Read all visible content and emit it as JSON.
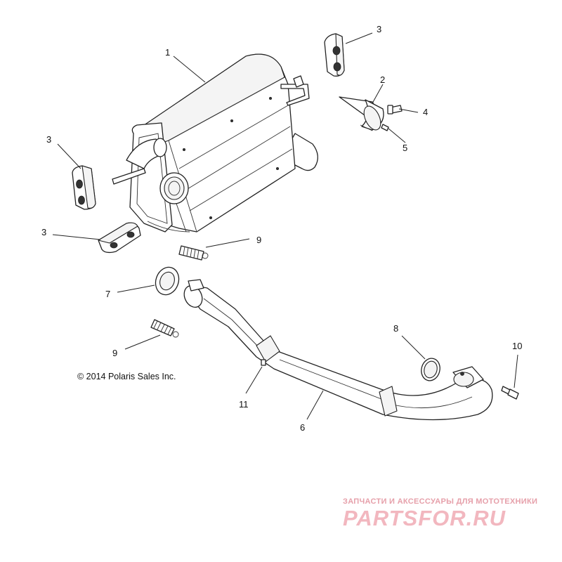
{
  "callouts": {
    "c1": "1",
    "c2": "2",
    "c3a": "3",
    "c3b": "3",
    "c3c": "3",
    "c4": "4",
    "c5": "5",
    "c6": "6",
    "c7": "7",
    "c8": "8",
    "c9a": "9",
    "c9b": "9",
    "c10": "10",
    "c11": "11"
  },
  "copyright": "© 2014 Polaris Sales Inc.",
  "watermark": {
    "tagline": "ЗАПЧАСТИ И АКСЕССУАРЫ ДЛЯ МОТОТЕХНИКИ",
    "logo": "PARTSFOR.RU"
  },
  "colors": {
    "line": "#222222",
    "watermark": "#f2b7bf"
  }
}
